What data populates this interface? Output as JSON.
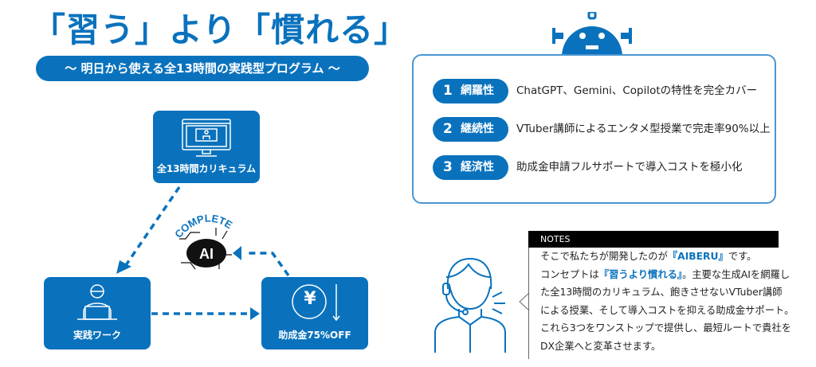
{
  "title": "「習う」より「慣れる」",
  "subtitle": "～ 明日から使える全13時間の実践型プログラム ～",
  "cycle": {
    "curriculum": "全13時間カリキュラム",
    "practice": "実践ワーク",
    "subsidy": "助成金75%OFF",
    "center_badge": "COMPLETE",
    "center_icon_text": "AI",
    "yen_symbol": "¥"
  },
  "features": [
    {
      "num": "1",
      "label": "網羅性",
      "text": "ChatGPT、Gemini、Copilotの特性を完全カバー"
    },
    {
      "num": "2",
      "label": "継続性",
      "text": "VTuber講師によるエンタメ型授業で完走率90%以上"
    },
    {
      "num": "3",
      "label": "経済性",
      "text": "助成金申請フルサポートで導入コストを極小化"
    }
  ],
  "notes": {
    "header": "NOTES",
    "l1a": "そこで私たちが開発したのが",
    "l1b": "『AIBERU』",
    "l1c": "です。",
    "l2a": "コンセプトは",
    "l2b": "『習うより慣れる』",
    "l2c": "。主要な生成AIを網羅し",
    "l3": "た全13時間のカリキュラム、飽きさせないVTuber講師",
    "l4": "による授業、そして導入コストを抑える助成金サポート。",
    "l5": "これら3つをワンストップで提供し、最短ルートで貴社を",
    "l6": "DX企業へと変革させます。"
  },
  "colors": {
    "brand": "#0a72bd"
  }
}
